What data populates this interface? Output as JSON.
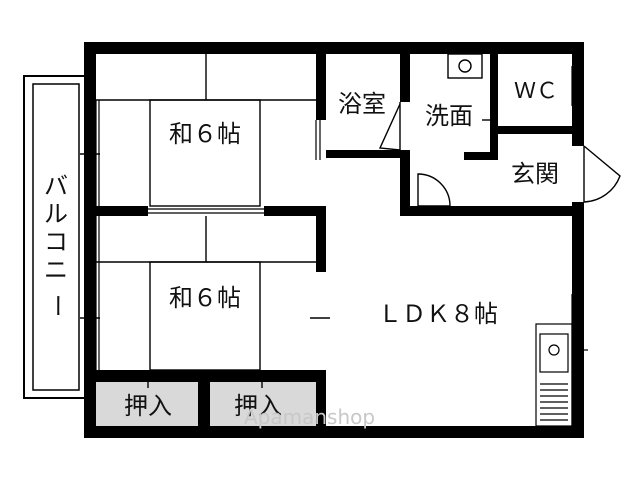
{
  "floor_plan": {
    "rooms": {
      "washitsu_top": "和６帖",
      "washitsu_bottom": "和６帖",
      "bath": "浴室",
      "washroom": "洗面",
      "wc": "ＷＣ",
      "entrance": "玄関",
      "ldk": "ＬＤＫ８帖",
      "closet_left": "押入",
      "closet_right": "押入"
    },
    "balcony": [
      "バ",
      "ル",
      "コ",
      "ニ",
      "ー"
    ],
    "watermark": "Apamanshop"
  },
  "colors": {
    "wall": "#000000",
    "closet_fill": "#d9d9d9",
    "floor": "#ffffff",
    "watermark": "#c8c8c8"
  }
}
